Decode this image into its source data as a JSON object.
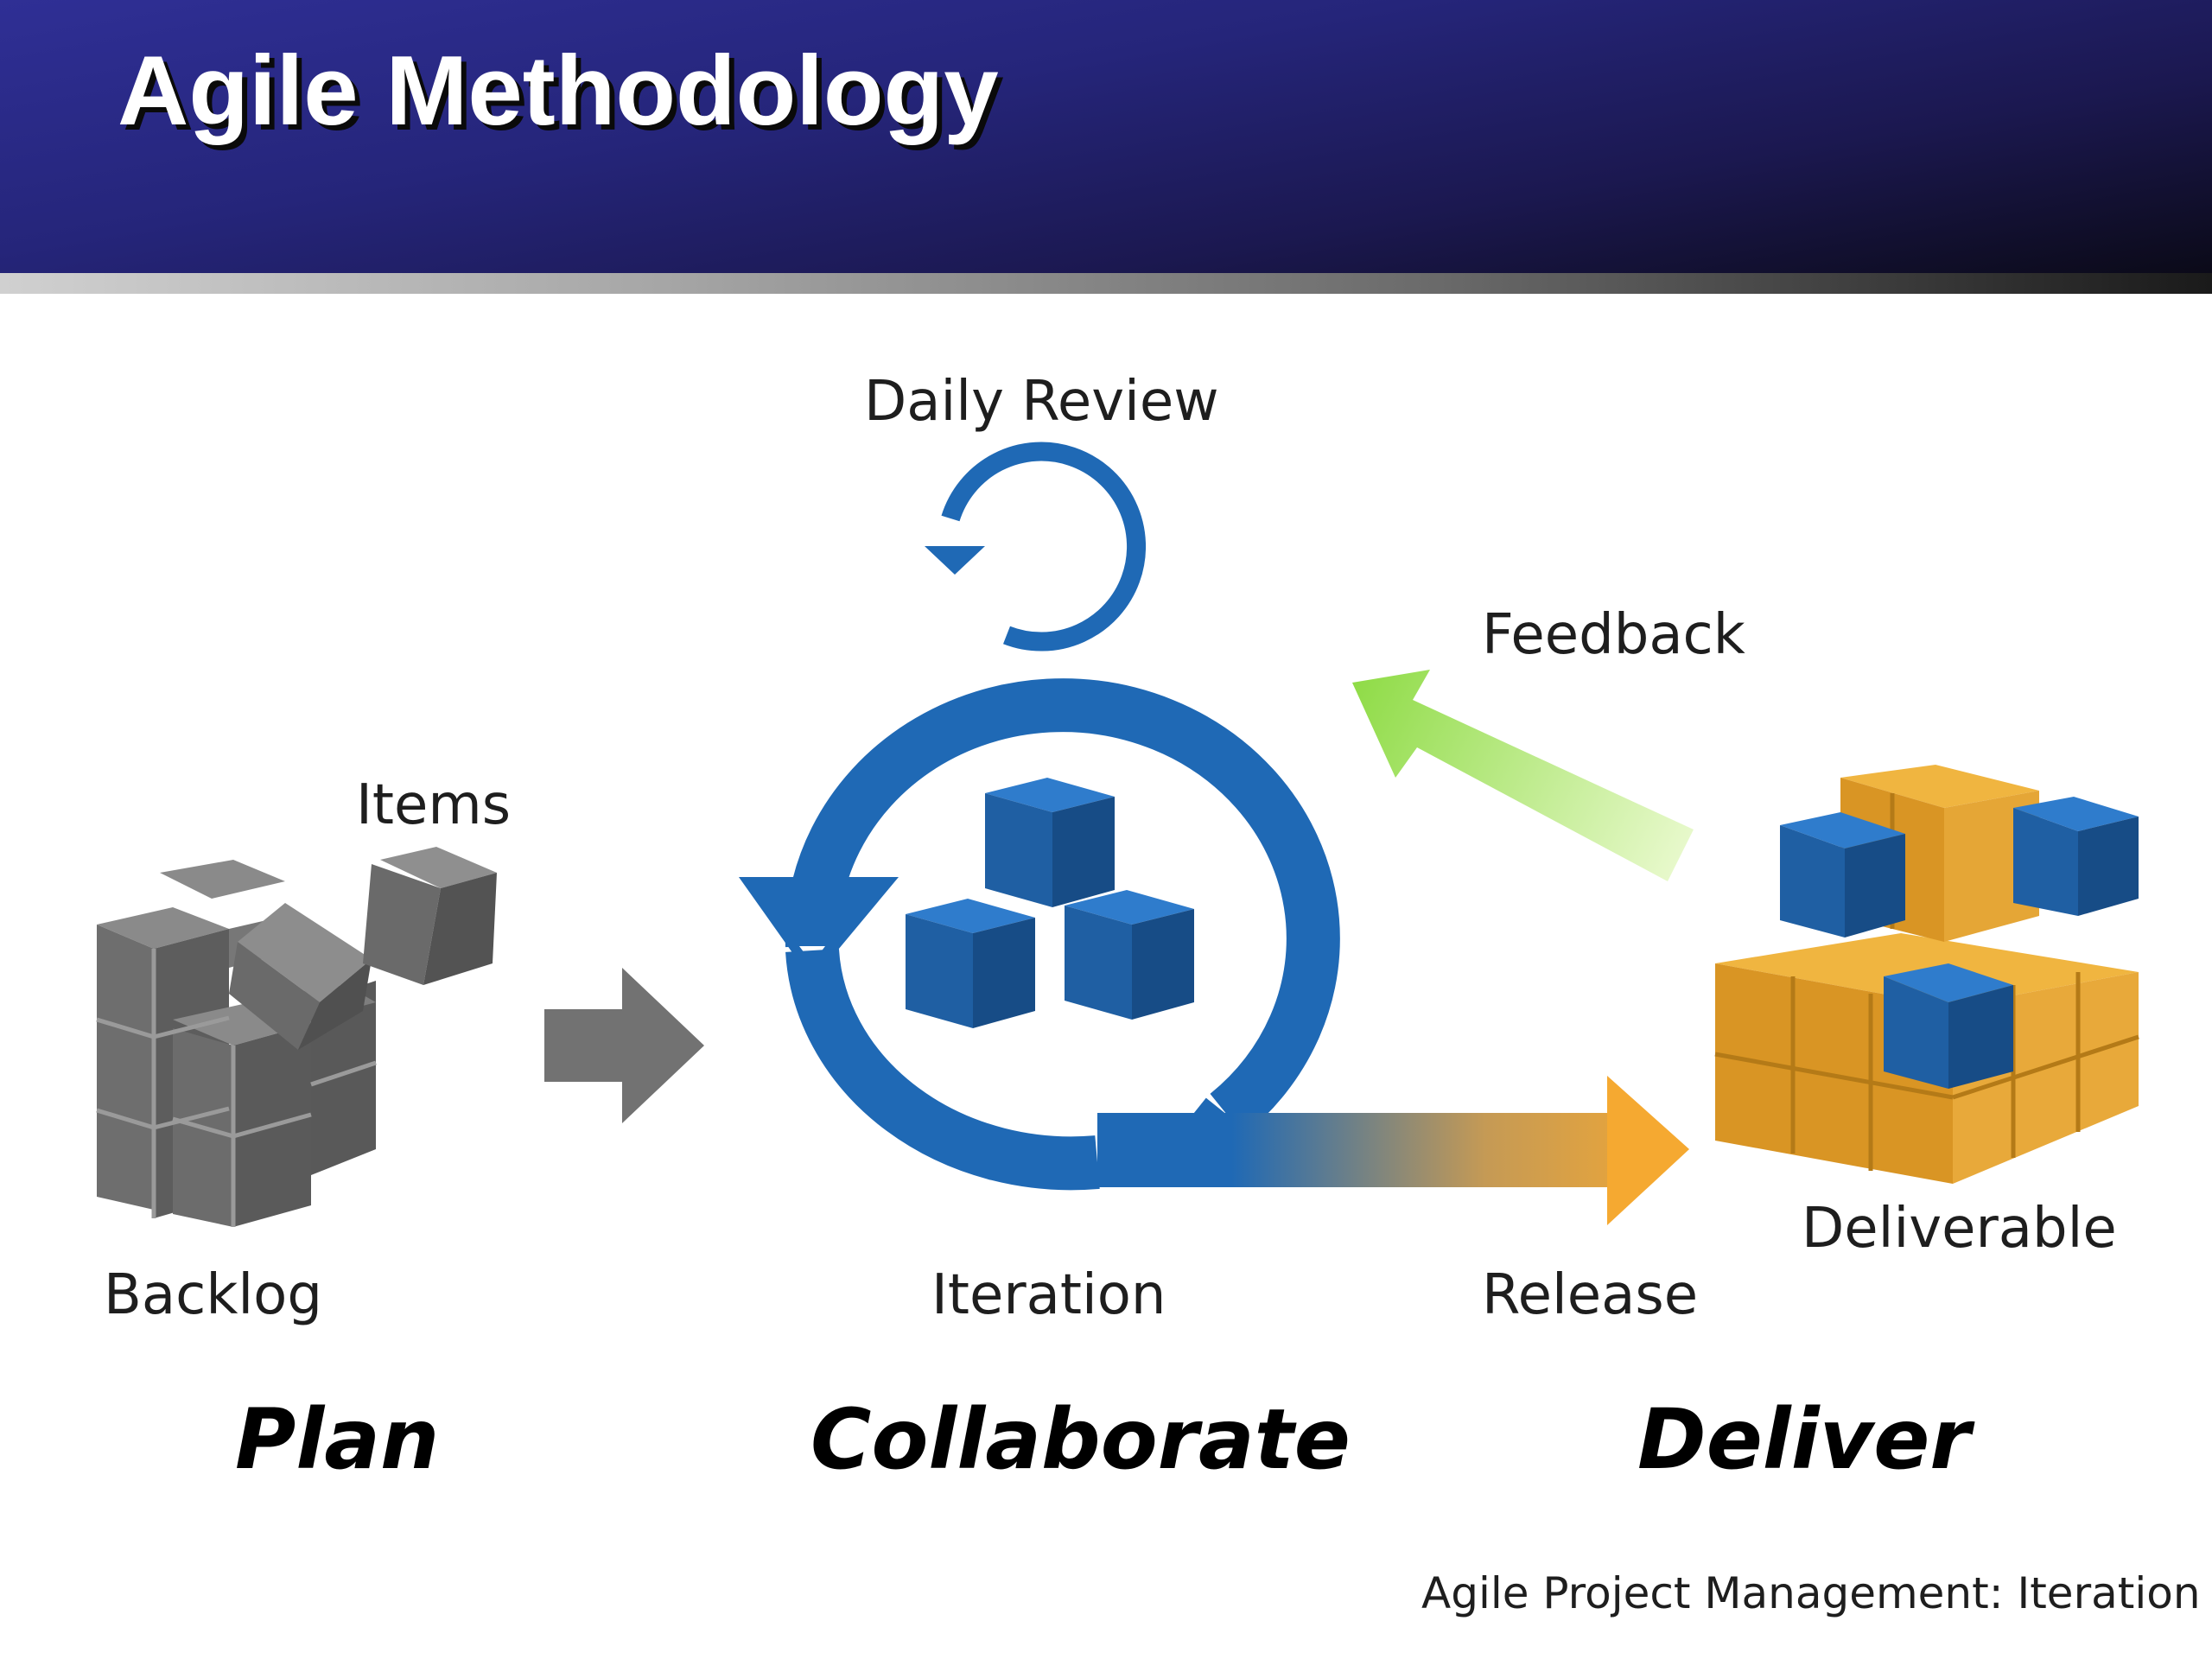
{
  "slide": {
    "title": "Agile Methodology"
  },
  "diagram": {
    "labels": {
      "items": "Items",
      "backlog": "Backlog",
      "daily_review": "Daily Review",
      "iteration": "Iteration",
      "feedback": "Feedback",
      "release": "Release",
      "deliverable": "Deliverable"
    },
    "phases": {
      "plan": "Plan",
      "collaborate": "Collaborate",
      "deliver": "Deliver"
    },
    "colors": {
      "header_start": "#2f2f95",
      "header_end": "#0b0a18",
      "cycle_blue": "#1f69b5",
      "cube_blue": "#1f5fa3",
      "cube_gray": "#6f6f6f",
      "cube_orange": "#e19c2a",
      "release_orange": "#f5a931",
      "feedback_green": "#9ee05a"
    }
  },
  "footer": {
    "caption": "Agile Project Management: Iteration"
  }
}
